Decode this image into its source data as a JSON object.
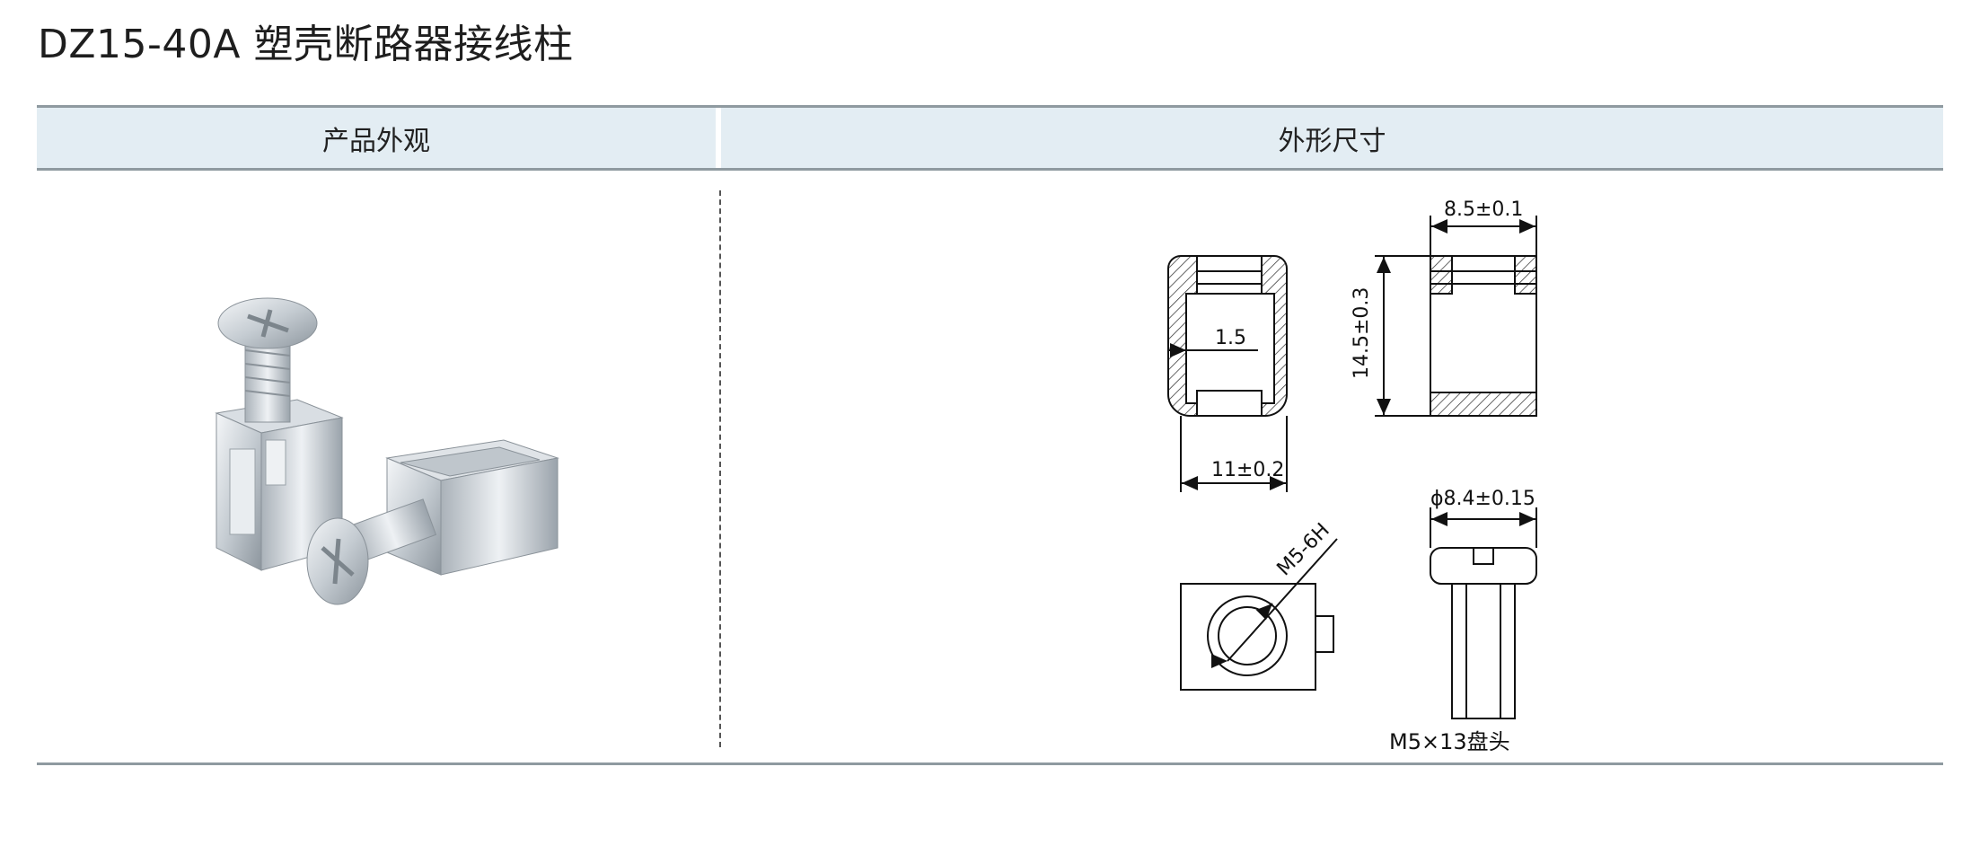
{
  "page": {
    "title": "DZ15-40A 塑壳断路器接线柱"
  },
  "table": {
    "headers": {
      "appearance": "产品外观",
      "dimensions": "外形尺寸"
    }
  },
  "drawing": {
    "top_width": "8.5±0.1",
    "height": "14.5±0.3",
    "wall_thickness": "1.5",
    "outer_width": "11±0.2",
    "screw_diameter": "ϕ8.4±0.15",
    "thread": "M5-6H",
    "screw_caption": "M5×13盘头"
  },
  "photo": {
    "icon": "terminal-screw-photo"
  }
}
